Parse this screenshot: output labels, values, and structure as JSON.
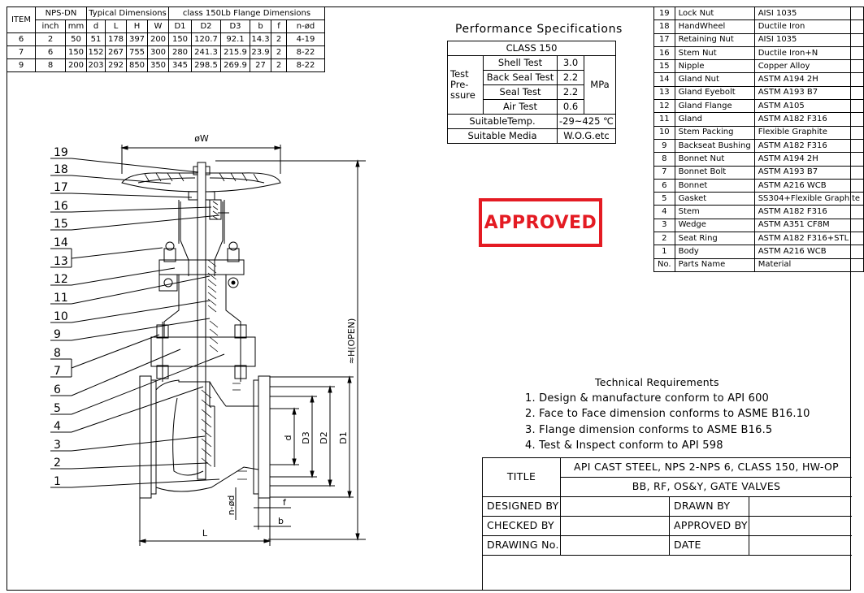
{
  "dims_table": {
    "headers_row1": [
      "ITEM",
      "NPS-DN",
      "Typical Dimensions",
      "class 150Lb Flange Dimensions"
    ],
    "headers_row2": [
      "inch",
      "mm",
      "d",
      "L",
      "H",
      "W",
      "D1",
      "D2",
      "D3",
      "b",
      "f",
      "n-ød"
    ],
    "rows": [
      [
        "6",
        "2",
        "50",
        "51",
        "178",
        "397",
        "200",
        "150",
        "120.7",
        "92.1",
        "14.3",
        "2",
        "4-19"
      ],
      [
        "7",
        "6",
        "150",
        "152",
        "267",
        "755",
        "300",
        "280",
        "241.3",
        "215.9",
        "23.9",
        "2",
        "8-22"
      ],
      [
        "9",
        "8",
        "200",
        "203",
        "292",
        "850",
        "350",
        "345",
        "298.5",
        "269.9",
        "27",
        "2",
        "8-22"
      ]
    ]
  },
  "performance": {
    "title": "Performance Specifications",
    "class": "CLASS 150",
    "test_pressure_label": "Test Pre- ssure",
    "tests": [
      {
        "name": "Shell Test",
        "value": "3.0"
      },
      {
        "name": "Back Seal Test",
        "value": "2.2"
      },
      {
        "name": "Seal Test",
        "value": "2.2"
      },
      {
        "name": "Air Test",
        "value": "0.6"
      }
    ],
    "unit": "MPa",
    "temp_label": "SuitableTemp.",
    "temp_value": "-29~425 ℃",
    "media_label": "Suitable Media",
    "media_value": "W.O.G.etc"
  },
  "parts_list": {
    "rows": [
      {
        "no": "19",
        "name": "Lock Nut",
        "material": "AISI 1035"
      },
      {
        "no": "18",
        "name": "HandWheel",
        "material": "Ductile Iron"
      },
      {
        "no": "17",
        "name": "Retaining Nut",
        "material": "AISI 1035"
      },
      {
        "no": "16",
        "name": "Stem Nut",
        "material": "Ductile Iron+N"
      },
      {
        "no": "15",
        "name": "Nipple",
        "material": "Copper Alloy"
      },
      {
        "no": "14",
        "name": "Gland Nut",
        "material": "ASTM A194 2H"
      },
      {
        "no": "13",
        "name": "Gland Eyebolt",
        "material": "ASTM A193 B7"
      },
      {
        "no": "12",
        "name": "Gland Flange",
        "material": "ASTM A105"
      },
      {
        "no": "11",
        "name": "Gland",
        "material": "ASTM A182 F316"
      },
      {
        "no": "10",
        "name": "Stem Packing",
        "material": "Flexible Graphite"
      },
      {
        "no": "9",
        "name": "Backseat Bushing",
        "material": "ASTM A182 F316"
      },
      {
        "no": "8",
        "name": "Bonnet Nut",
        "material": "ASTM A194 2H"
      },
      {
        "no": "7",
        "name": "Bonnet Bolt",
        "material": "ASTM A193 B7"
      },
      {
        "no": "6",
        "name": "Bonnet",
        "material": "ASTM A216 WCB"
      },
      {
        "no": "5",
        "name": "Gasket",
        "material": "SS304+Flexible Graphite"
      },
      {
        "no": "4",
        "name": "Stem",
        "material": "ASTM A182 F316"
      },
      {
        "no": "3",
        "name": "Wedge",
        "material": "ASTM A351 CF8M"
      },
      {
        "no": "2",
        "name": "Seat Ring",
        "material": "ASTM A182 F316+STL"
      },
      {
        "no": "1",
        "name": "Body",
        "material": "ASTM A216 WCB"
      }
    ],
    "header": {
      "no": "No.",
      "name": "Parts Name",
      "material": "Material"
    }
  },
  "stamp": "APPROVED",
  "technical": {
    "title": "Technical Requirements",
    "items": [
      "1. Design & manufacture conform to API 600",
      "2. Face to Face dimension conforms to ASME B16.10",
      "3. Flange dimension conforms to ASME B16.5",
      "4. Test & Inspect conform to API 598"
    ]
  },
  "title_block": {
    "title_label": "TITLE",
    "title_line1": "API CAST STEEL, NPS 2-NPS 6, CLASS 150, HW-OP",
    "title_line2": "BB, RF, OS&Y, GATE VALVES",
    "designed_by": "DESIGNED BY",
    "checked_by": "CHECKED BY",
    "drawing_no": "DRAWING No.",
    "drawn_by": "DRAWN BY",
    "approved_by": "APPROVED BY",
    "date": "DATE"
  },
  "drawing_labels": {
    "balloons": [
      "19",
      "18",
      "17",
      "16",
      "15",
      "14",
      "13",
      "12",
      "11",
      "10",
      "9",
      "8",
      "7",
      "6",
      "5",
      "4",
      "3",
      "2",
      "1"
    ],
    "dim_W": "øW",
    "dim_H": "≈H(OPEN)",
    "dim_L": "L",
    "dim_d": "d",
    "dim_D3": "D3",
    "dim_D2": "D2",
    "dim_D1": "D1",
    "dim_nd": "n-ød",
    "dim_f": "f",
    "dim_b": "b"
  }
}
